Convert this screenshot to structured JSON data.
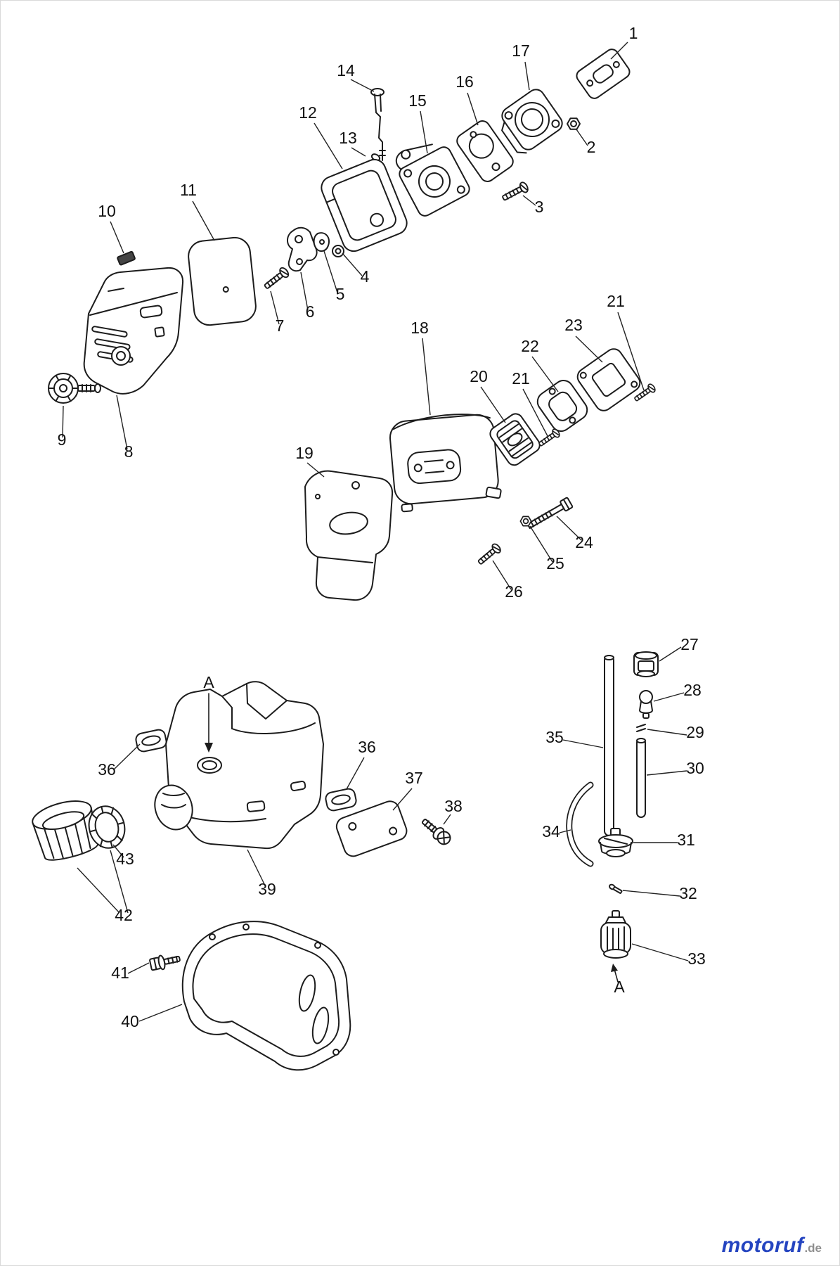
{
  "page": {
    "background": "#ffffff",
    "border_color": "#d9d9d9"
  },
  "watermark": {
    "brand": "motoruf",
    "tld": ".de",
    "brand_color": "#2444c0",
    "tld_color": "#8e8e8e"
  },
  "diagram": {
    "type": "exploded-parts-diagram",
    "ink_color": "#1c1c1c",
    "callouts": [
      "1",
      "14",
      "17",
      "16",
      "15",
      "12",
      "13",
      "2",
      "11",
      "3",
      "10",
      "4",
      "5",
      "6",
      "7",
      "18",
      "21",
      "23",
      "22",
      "20",
      "21",
      "9",
      "8",
      "19",
      "24",
      "25",
      "26",
      "27",
      "A",
      "28",
      "29",
      "35",
      "36",
      "36",
      "30",
      "37",
      "38",
      "34",
      "31",
      "43",
      "39",
      "32",
      "42",
      "33",
      "A",
      "41",
      "40"
    ]
  }
}
